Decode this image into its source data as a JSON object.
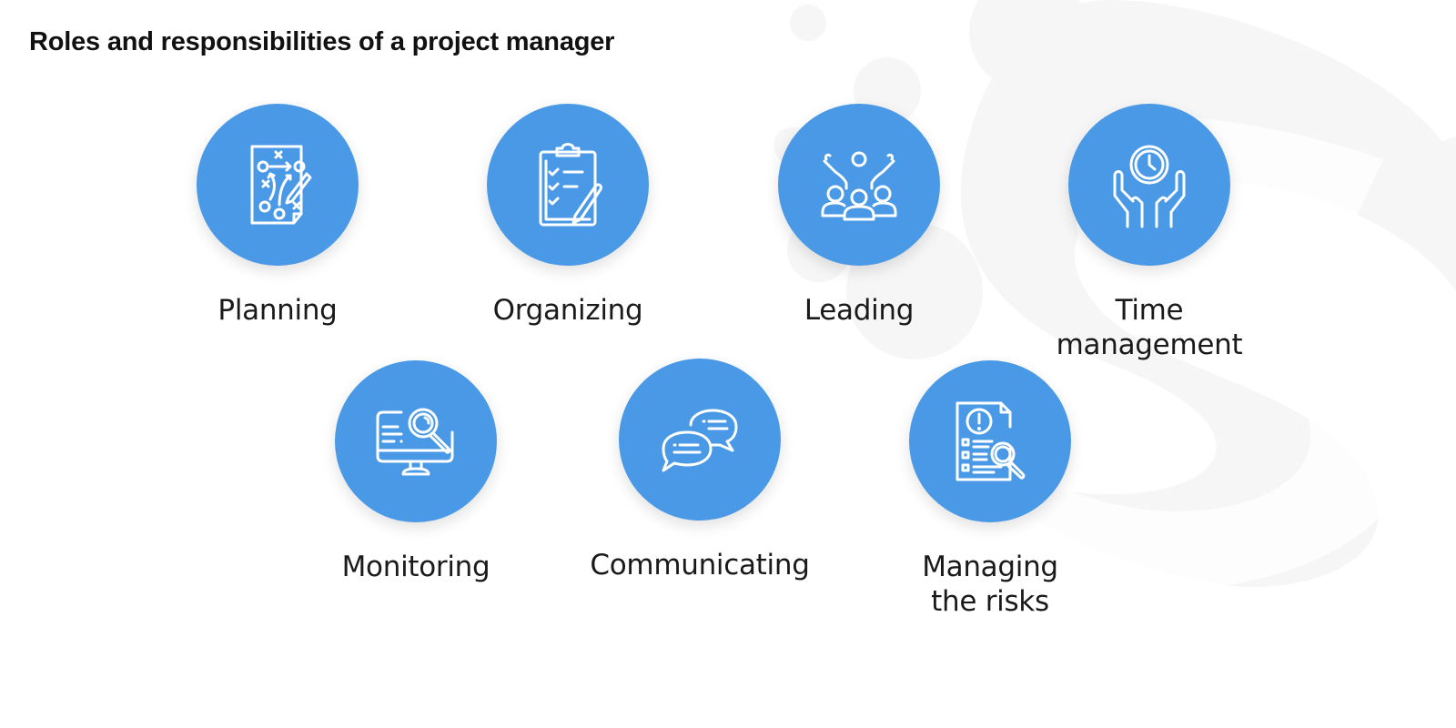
{
  "title": "Roles and responsibilities of a project manager",
  "colors": {
    "circle": "#4a99e6",
    "icon": "#ffffff",
    "title": "#111111",
    "label": "#1a1a1a",
    "background_shape": "#f6f6f6"
  },
  "roles": [
    {
      "label": "Planning",
      "icon": "strategy-plan-icon"
    },
    {
      "label": "Organizing",
      "icon": "clipboard-checklist-icon"
    },
    {
      "label": "Leading",
      "icon": "leader-team-icon"
    },
    {
      "label": "Time\nmanagement",
      "icon": "clock-hands-icon"
    },
    {
      "label": "Monitoring",
      "icon": "monitor-magnifier-icon"
    },
    {
      "label": "Communicating",
      "icon": "chat-bubbles-icon"
    },
    {
      "label": "Managing\nthe risks",
      "icon": "risk-document-search-icon"
    }
  ]
}
